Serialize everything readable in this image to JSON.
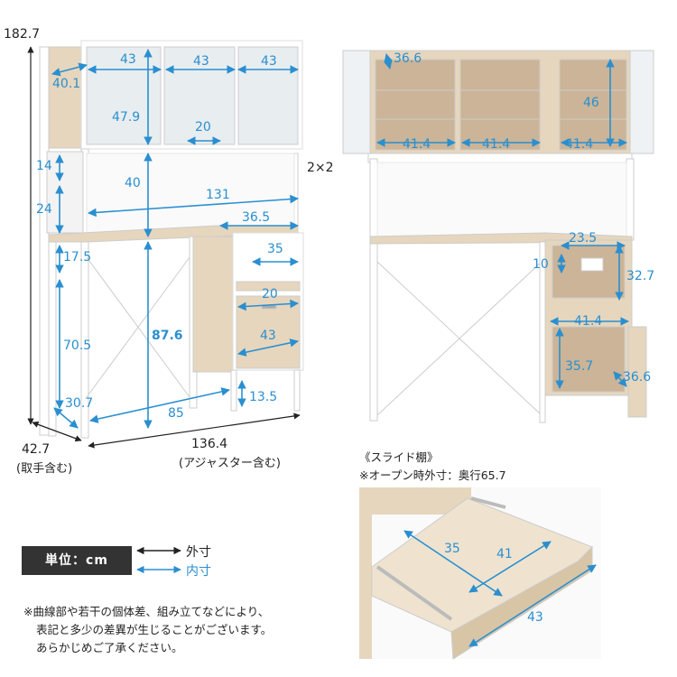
{
  "left_view": {
    "outer": {
      "height": "182.7",
      "depth": "42.7",
      "depth_note": "(取手含む)",
      "width": "136.4",
      "width_note": "(アジャスター含む)",
      "shelf_pins": "2×2"
    },
    "inner": {
      "door_w1": "43",
      "door_w2": "43",
      "door_w3": "43",
      "cab_depth": "40.1",
      "cab_height": "47.9",
      "handle": "20",
      "gap_top": "14",
      "gap_mid": "24",
      "panel_h": "40",
      "desk_w": "131",
      "drawer_unit_w": "36.5",
      "niche_w": "35",
      "drawer_handle": "20",
      "drawer_w": "43",
      "desk_gap": "17.5",
      "desk_h": "70.5",
      "desk_total": "87.6",
      "base_depth": "30.7",
      "leg_w": "85",
      "adjuster": "13.5"
    }
  },
  "right_view": {
    "cab_depth": "36.6",
    "cab_h": "46",
    "shelf_w1": "41.4",
    "shelf_w2": "41.4",
    "shelf_w3": "41.4",
    "slide_w": "23.5",
    "slide_h": "10",
    "niche_h": "32.7",
    "lower_w": "41.4",
    "lower_h": "35.7",
    "lower_d": "36.6"
  },
  "slide_shelf": {
    "title": "《スライド棚》",
    "note": "※オープン時外寸：奥行65.7",
    "w_inner": "35",
    "d_inner": "41",
    "w_outer": "43"
  },
  "legend": {
    "unit": "単位：cm",
    "outer_label": "外寸",
    "inner_label": "内寸"
  },
  "notes": [
    "※曲線部や若干の個体差、組み立てなどにより、",
    "表記と多少の差異が生じることがございます。",
    "あらかじめご了承ください。"
  ],
  "colors": {
    "inner": "#2a8fd0",
    "outer": "#222222",
    "wood": "#e6d6bd",
    "frame": "#ffffff"
  }
}
